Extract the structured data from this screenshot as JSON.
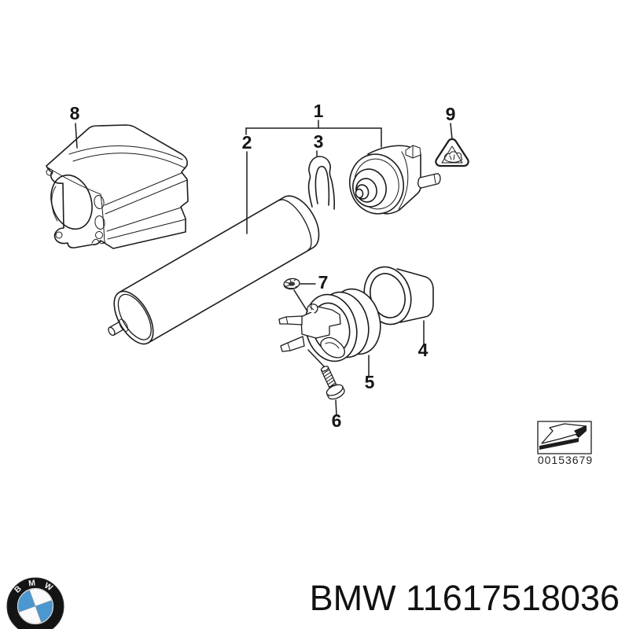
{
  "diagram": {
    "callouts": {
      "c1": "1",
      "c2": "2",
      "c3": "3",
      "c4": "4",
      "c5": "5",
      "c6": "6",
      "c7": "7",
      "c8": "8",
      "c9": "9"
    },
    "stamp": {
      "number": "00153679"
    }
  },
  "footer": {
    "text": "BMW 11617518036",
    "logo": {
      "letters": [
        "B",
        "M",
        "W"
      ]
    }
  },
  "colors": {
    "background": "#ffffff",
    "line": "#1c1c1c",
    "text": "#111111",
    "logo_ring": "#141414",
    "logo_blue": "#4b97cf",
    "logo_white": "#fafafa"
  }
}
